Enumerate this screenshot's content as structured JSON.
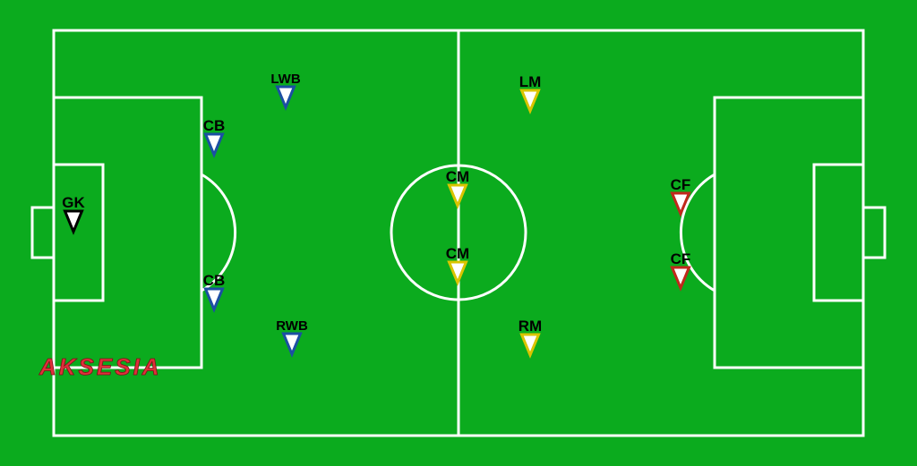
{
  "colors": {
    "pitch": "#0bab1e",
    "lines": "#ffffff",
    "marker_fill": "#ffffff",
    "goalkeeper_border": "#000000",
    "defender_border": "#1c4fa3",
    "midfielder_border": "#d9c400",
    "forward_border": "#c0281c",
    "watermark": "#e0303a"
  },
  "players": [
    {
      "id": "gk",
      "label": "GK",
      "role": "goalkeeper"
    },
    {
      "id": "cb-top",
      "label": "CB",
      "role": "defender"
    },
    {
      "id": "cb-bottom",
      "label": "CB",
      "role": "defender"
    },
    {
      "id": "lwb",
      "label": "LWB",
      "role": "defender"
    },
    {
      "id": "rwb",
      "label": "RWB",
      "role": "defender"
    },
    {
      "id": "cm-top",
      "label": "CM",
      "role": "midfielder"
    },
    {
      "id": "cm-bottom",
      "label": "CM",
      "role": "midfielder"
    },
    {
      "id": "lm",
      "label": "LM",
      "role": "midfielder"
    },
    {
      "id": "rm",
      "label": "RM",
      "role": "midfielder"
    },
    {
      "id": "cf-top",
      "label": "CF",
      "role": "forward"
    },
    {
      "id": "cf-bottom",
      "label": "CF",
      "role": "forward"
    }
  ],
  "watermark": {
    "text": "AKSESIA"
  }
}
